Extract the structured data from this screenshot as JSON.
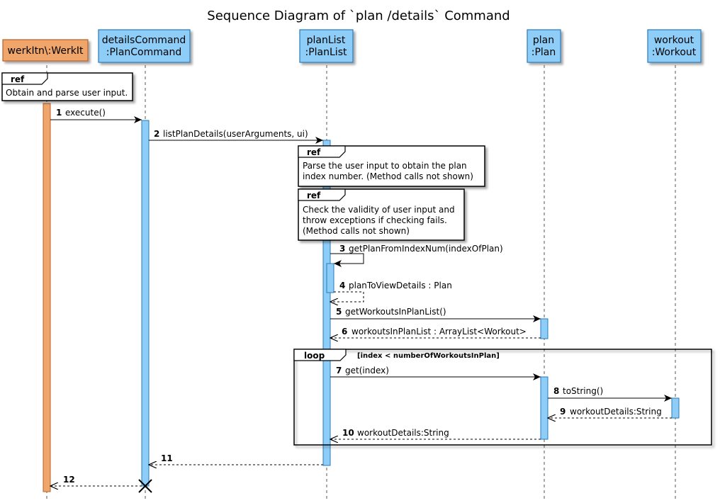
{
  "title": "Sequence Diagram of `plan /details` Command",
  "colors": {
    "blue_fill": "#8ecdf7",
    "blue_stroke": "#2a7ab8",
    "orange_fill": "#f0a56b",
    "orange_stroke": "#b5622a",
    "ref_header_bg": "#ffffff"
  },
  "participants": [
    {
      "id": "werkit",
      "lines": [
        "werkItn\\:WerkIt"
      ],
      "color": "orange"
    },
    {
      "id": "details",
      "lines": [
        "detailsCommand",
        ":PlanCommand"
      ],
      "color": "blue"
    },
    {
      "id": "planlist",
      "lines": [
        "planList",
        ":PlanList"
      ],
      "color": "blue"
    },
    {
      "id": "plan",
      "lines": [
        "plan",
        ":Plan"
      ],
      "color": "blue"
    },
    {
      "id": "workout",
      "lines": [
        "workout",
        ":Workout"
      ],
      "color": "blue"
    }
  ],
  "refs": [
    {
      "label": "ref",
      "lines": [
        "Obtain and parse user input."
      ]
    },
    {
      "label": "ref",
      "lines": [
        "Parse the user input to obtain the plan",
        "index number. (Method calls not shown)"
      ]
    },
    {
      "label": "ref",
      "lines": [
        "Check the validity of user input and",
        "throw exceptions if checking fails.",
        "(Method calls not shown)"
      ]
    }
  ],
  "messages": [
    {
      "num": "1",
      "text": "execute()",
      "from": "werkit",
      "to": "details",
      "type": "sync"
    },
    {
      "num": "2",
      "text": "listPlanDetails(userArguments, ui)",
      "from": "details",
      "to": "planlist",
      "type": "sync"
    },
    {
      "num": "3",
      "text": "getPlanFromIndexNum(indexOfPlan)",
      "from": "planlist",
      "to": "planlist",
      "type": "self"
    },
    {
      "num": "4",
      "text": "planToViewDetails : Plan",
      "from": "planlist",
      "to": "planlist",
      "type": "self-return"
    },
    {
      "num": "5",
      "text": "getWorkoutsInPlanList()",
      "from": "planlist",
      "to": "plan",
      "type": "sync"
    },
    {
      "num": "6",
      "text": "workoutsInPlanList : ArrayList<Workout>",
      "from": "plan",
      "to": "planlist",
      "type": "return"
    },
    {
      "num": "7",
      "text": "get(index)",
      "from": "planlist",
      "to": "plan",
      "type": "sync"
    },
    {
      "num": "8",
      "text": "toString()",
      "from": "plan",
      "to": "workout",
      "type": "sync"
    },
    {
      "num": "9",
      "text": "workoutDetails:String",
      "from": "workout",
      "to": "plan",
      "type": "return"
    },
    {
      "num": "10",
      "text": "workoutDetails:String",
      "from": "plan",
      "to": "planlist",
      "type": "return"
    },
    {
      "num": "11",
      "text": "",
      "from": "planlist",
      "to": "details",
      "type": "return"
    },
    {
      "num": "12",
      "text": "",
      "from": "details",
      "to": "werkit",
      "type": "return"
    }
  ],
  "loop": {
    "label": "loop",
    "condition": "[index < numberOfWorkoutsInPlan]"
  }
}
